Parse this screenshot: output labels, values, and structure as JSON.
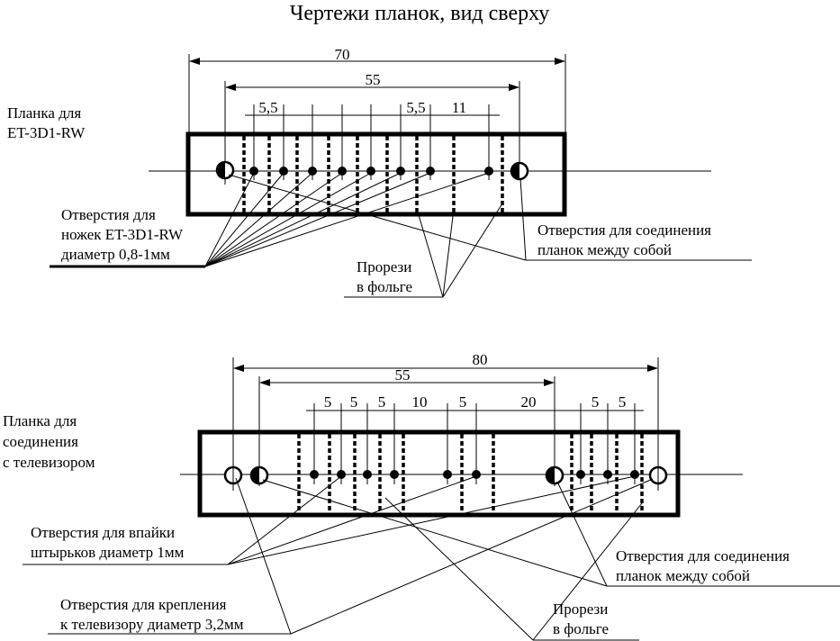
{
  "title": "Чертежи планок, вид сверху",
  "top_strip": {
    "label_lines": [
      "Планка для",
      "ET-3D1-RW"
    ],
    "dimensions": {
      "overall": "70",
      "between_connection_holes": "55",
      "pitch_a": "5,5",
      "pitch_b": "5,5",
      "pitch_c": "11"
    },
    "callouts": {
      "pin_holes": [
        "Отверстия для",
        "ножек ET-3D1-RW",
        "диаметр 0,8-1мм"
      ],
      "connection_holes": [
        "Отверстия для соединения",
        "планок между собой"
      ],
      "foil_cuts": [
        "Прорези",
        "в фольге"
      ]
    }
  },
  "bottom_strip": {
    "label_lines": [
      "Планка для",
      "соединения",
      "с телевизором"
    ],
    "dimensions": {
      "overall": "80",
      "between_connection_holes": "55",
      "pitches": [
        "5",
        "5",
        "5",
        "10",
        "5",
        "20",
        "5",
        "5"
      ]
    },
    "callouts": {
      "solder_pin_holes": [
        "Отверстия для впайки",
        "штырьков диаметр 1мм"
      ],
      "connection_holes": [
        "Отверстия для соединения",
        "планок между собой"
      ],
      "tv_mount_holes": [
        "Отверстия для крепления",
        "к телевизору диаметр 3,2мм"
      ],
      "foil_cuts": [
        "Прорези",
        "в фольге"
      ]
    }
  }
}
